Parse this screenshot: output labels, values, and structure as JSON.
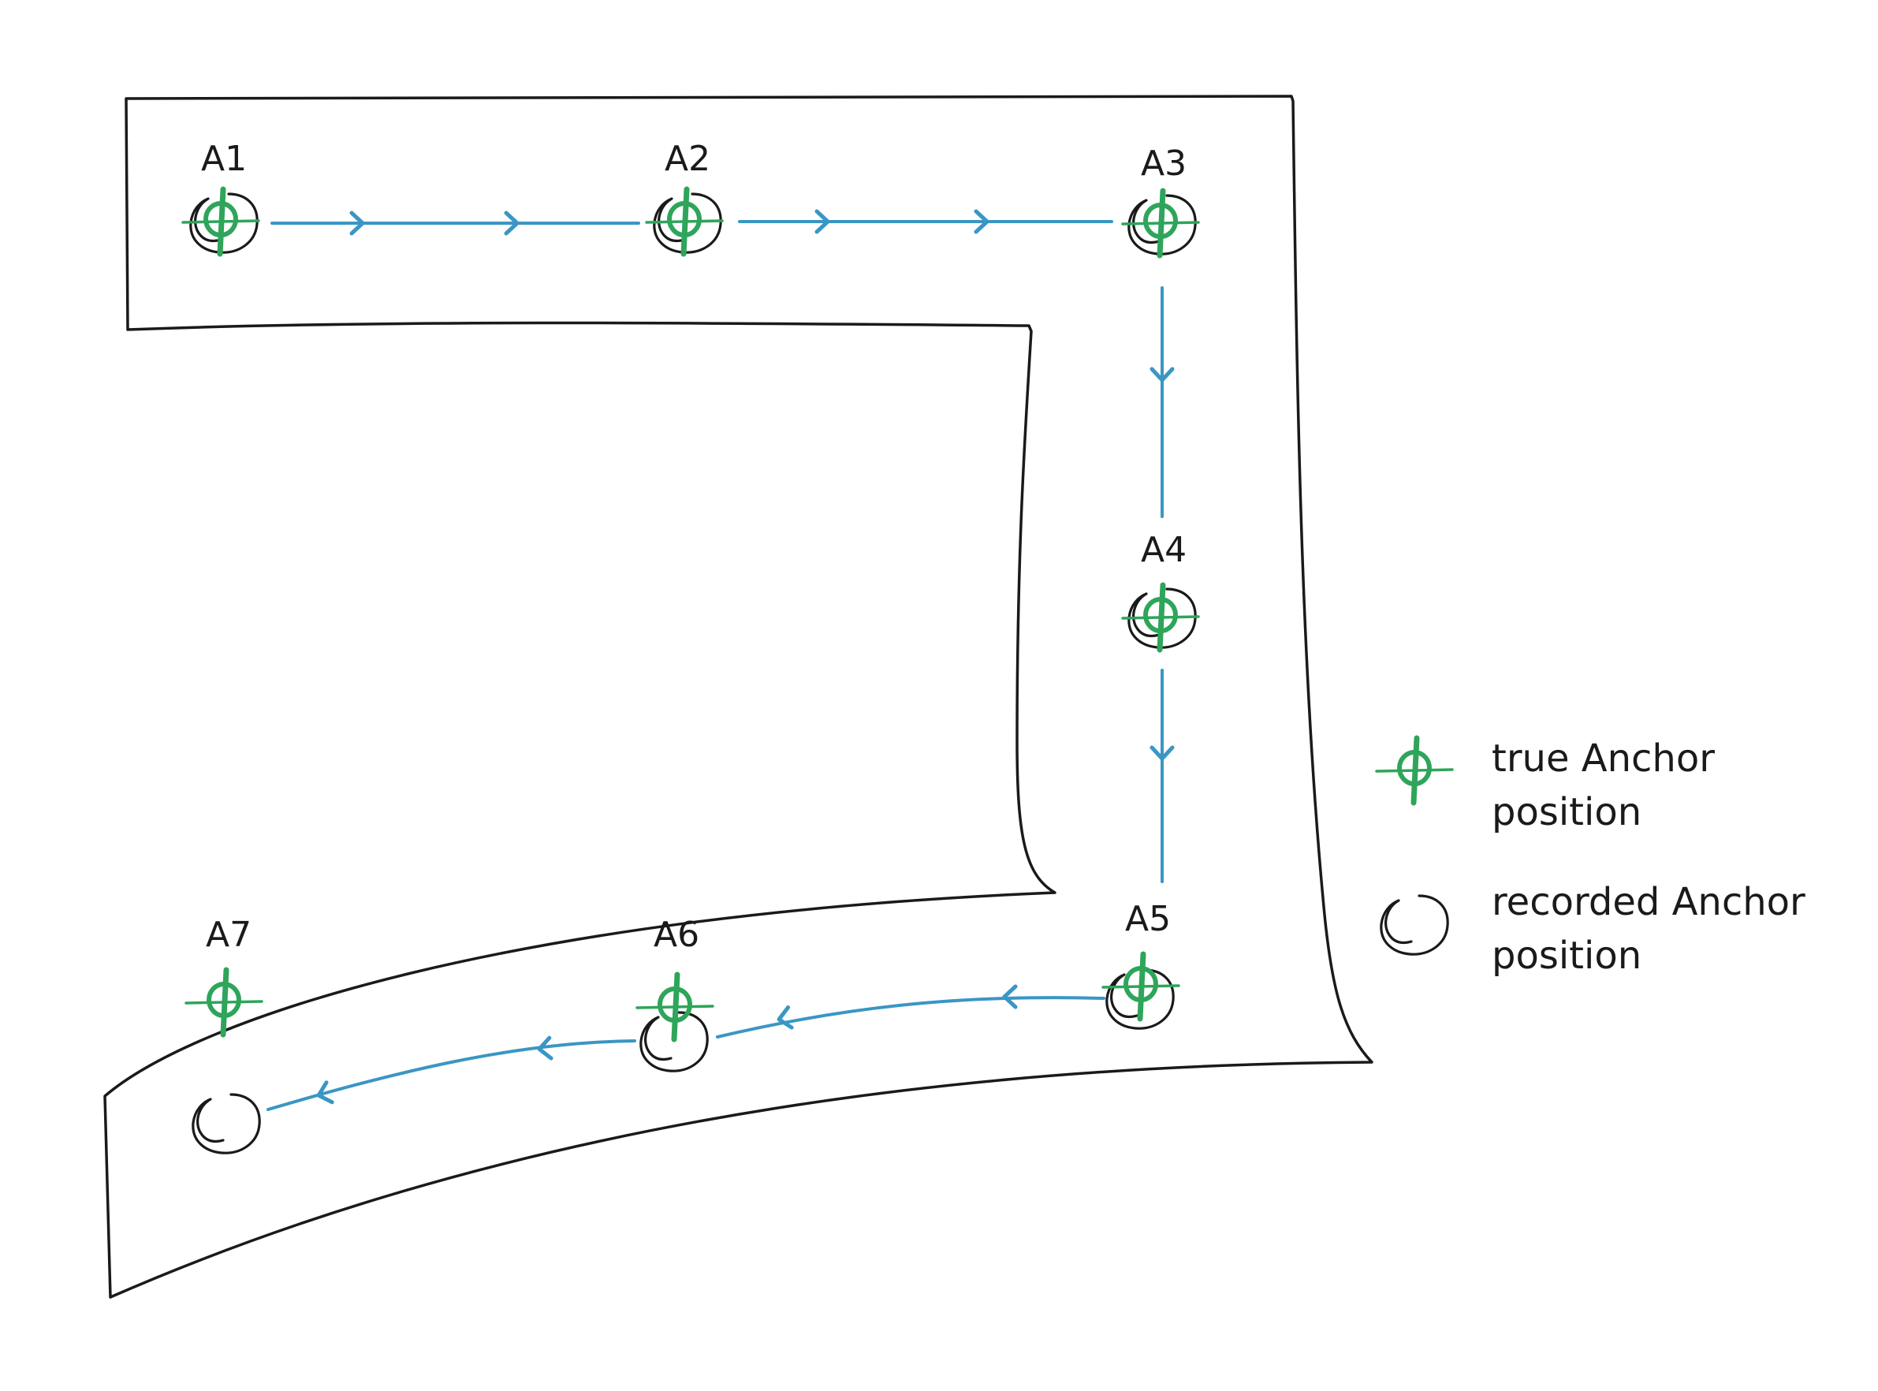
{
  "anchors": [
    {
      "label": "A1"
    },
    {
      "label": "A2"
    },
    {
      "label": "A3"
    },
    {
      "label": "A4"
    },
    {
      "label": "A5"
    },
    {
      "label": "A6"
    },
    {
      "label": "A7"
    }
  ],
  "legend": {
    "true_line1": "true Anchor",
    "true_line2": "position",
    "recorded_line1": "recorded Anchor",
    "recorded_line2": "position"
  },
  "colors": {
    "true_anchor": "#2ea55a",
    "path": "#3a96c4",
    "outline": "#1a1a1a"
  },
  "icons": {
    "true_anchor": "green-crossed-circle-icon",
    "recorded_anchor": "hand-drawn-circle-icon",
    "direction": "chevron-arrow-icon"
  }
}
